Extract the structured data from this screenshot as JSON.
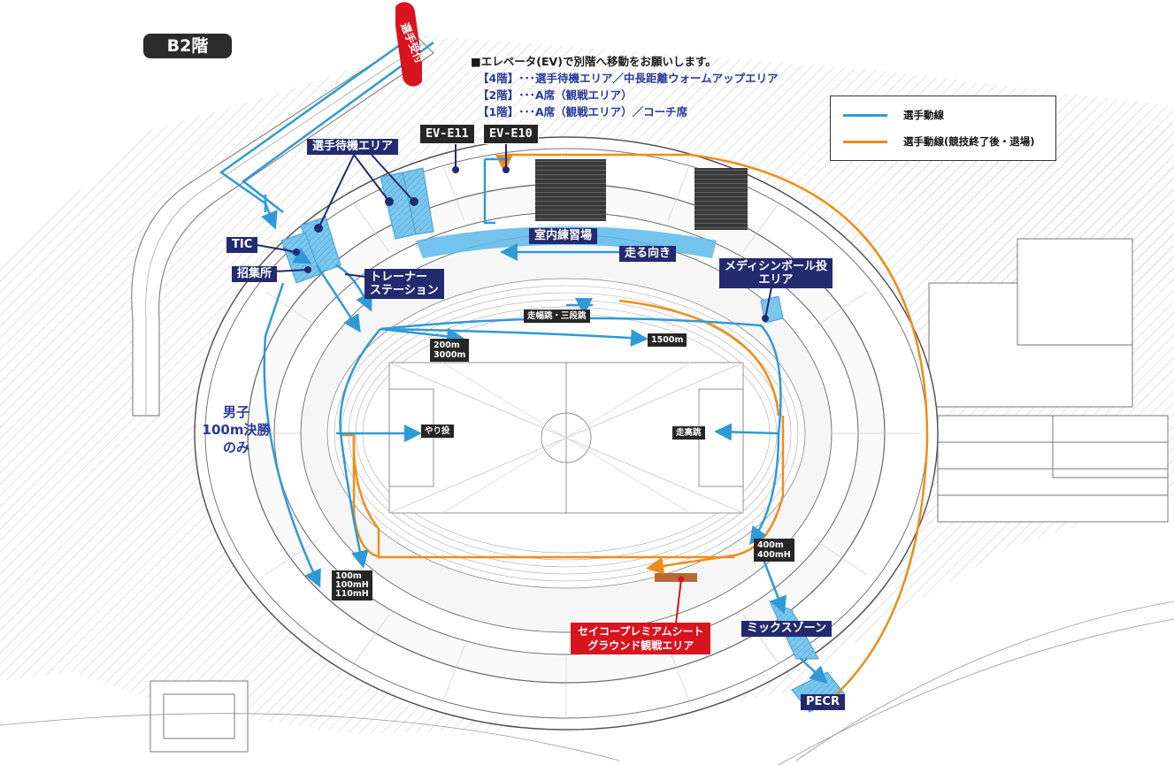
{
  "floor_badge": "B2階",
  "registration_banner": "選手受付",
  "notice": {
    "heading": "■エレベータ(EV)で別階へ移動をお願いします。",
    "lines": [
      "【4階】･･･選手待機エリア／中長距離ウォームアップエリア",
      "【2階】･･･A席（観戦エリア）",
      "【1階】･･･A席（観戦エリア）／コーチ席"
    ]
  },
  "legend": {
    "items": [
      {
        "label": "選手動線",
        "color": "#2f9ad6"
      },
      {
        "label": "選手動線(競技終了後・退場)",
        "color": "#f08c1a"
      }
    ]
  },
  "labels": {
    "waiting_area": "選手待機エリア",
    "ev_e11": "EV-E11",
    "ev_e10": "EV-E10",
    "tic": "TIC",
    "call_room": "招集所",
    "trainer_station": "トレーナー\nステーション",
    "indoor_practice": "室内練習場",
    "run_direction": "走る向き",
    "medicine_ball": "メディシンボール投\nエリア",
    "long_triple_jump": "走幅跳・三段跳",
    "start_200_3000": "200m\n3000m",
    "start_1500": "1500m",
    "men_100m_final": "男子\n100m決勝\nのみ",
    "javelin": "やり投",
    "high_jump": "走高跳",
    "start_400": "400m\n400mH",
    "start_100": "100m\n100mH\n110mH",
    "seiko_seat": "セイコープレミアムシート\nグラウンド観戦エリア",
    "mixed_zone": "ミックスゾーン",
    "pecr": "PECR"
  },
  "colors": {
    "athlete_route": "#2f9ad6",
    "exit_route": "#f08c1a",
    "area_fill": "#5bb8ea",
    "label_navy": "#232a6e",
    "label_red": "#d8141f"
  }
}
